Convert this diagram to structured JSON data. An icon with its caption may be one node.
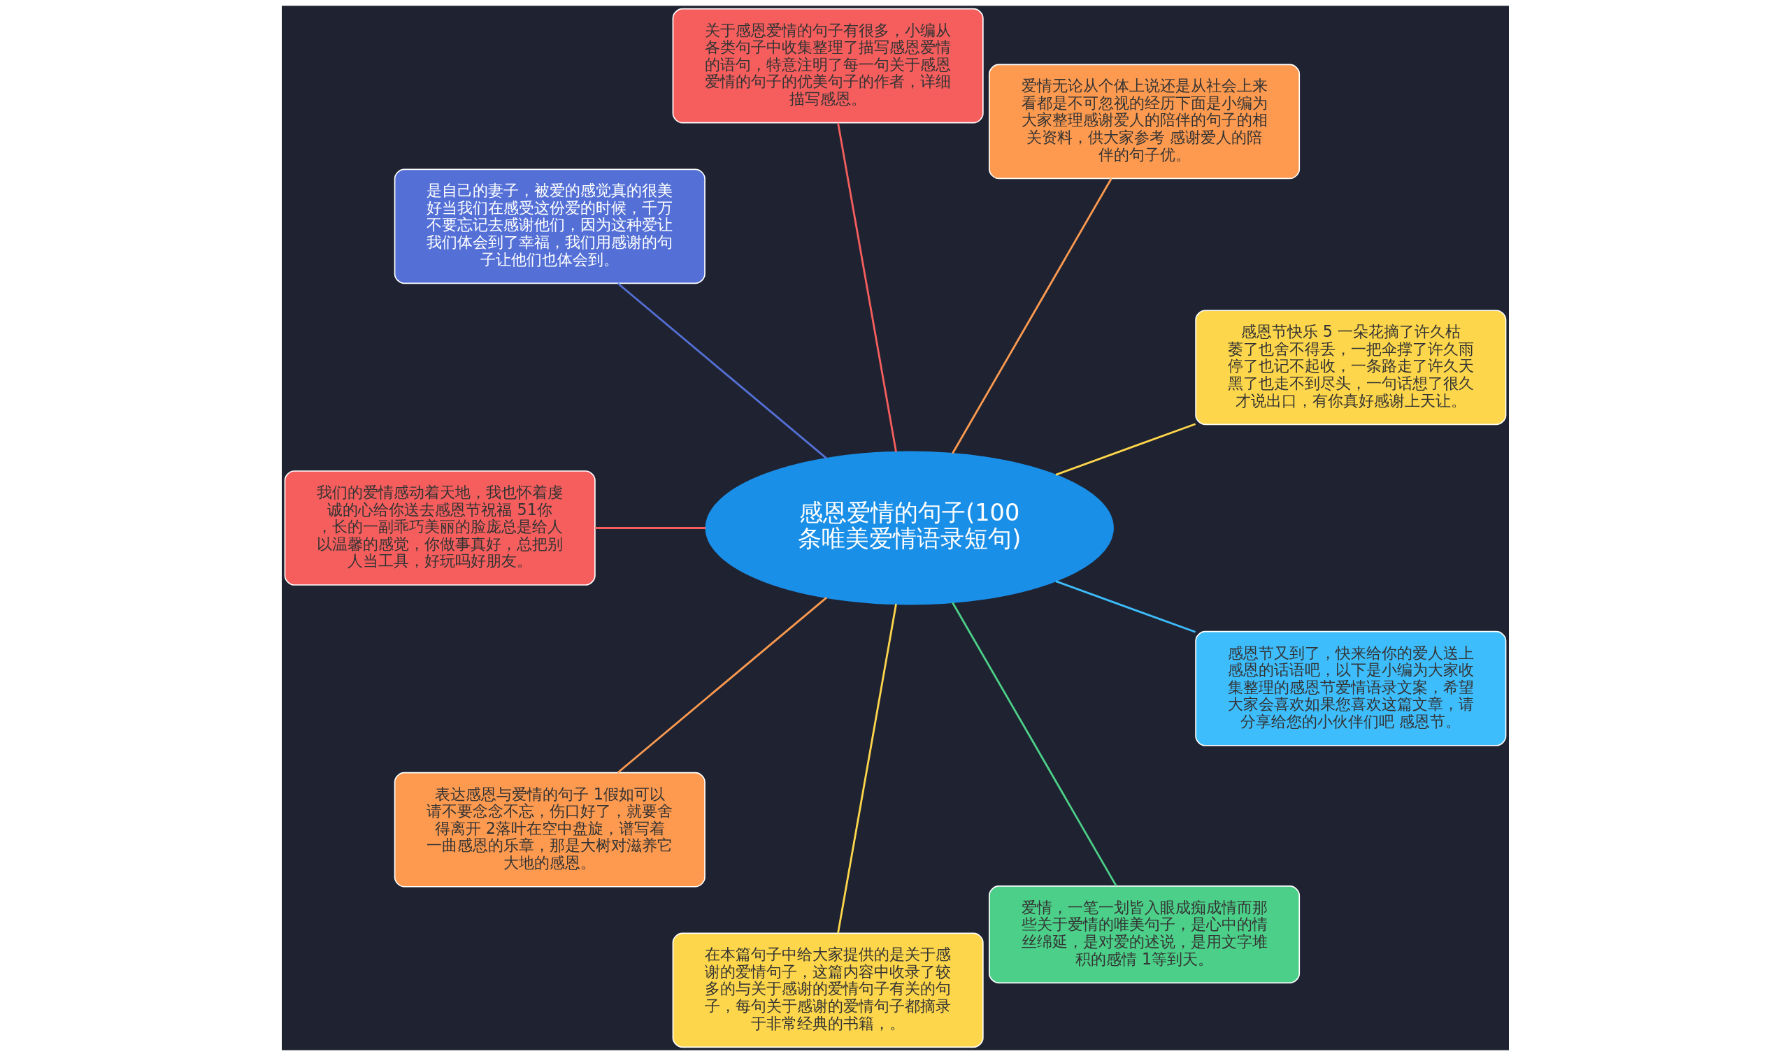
{
  "diagram": {
    "nodes": [
      {
        "text": [
          "感恩爱情的句子(100条唯美爱情语录短句)"
        ]
      },
      {
        "text": [
          "感恩节快乐 5 一朵花摘了许久枯萎了也舍不得丢，一把伞撑了许久雨停了也记不起收，一条路走了许久天黑了也走不到尽头，一句话想了很久才说出口，有你真好感谢上天让。"
        ]
      },
      {
        "text": [
          "爱情无论从个体上说还是从社会上来看都是不可忽视的经历下面是小编为大家整理感谢爱人的陪伴的句子的相关资料，供大家参考 感谢爱人的陪伴的句子优。"
        ]
      },
      {
        "text": [
          "关于感恩爱情的句子有很多，小编从各类句子中收集整理了描写感恩爱情的语句，特意注明了每一句关于感恩爱情的句子的优美句子的作者，详细描写感恩。"
        ]
      },
      {
        "text": [
          "是自己的妻子，被爱的感觉真的很美好当我们在感受这份爱的时候，千万不要忘记去感谢他们，因为这种爱让我们体会到了幸福，我们用感谢的句子让他们也体会到。"
        ]
      },
      {
        "text": [
          "我们的爱情感动着天地，我也怀着虔诚的心给你送去感恩节祝福 51你，长的一副乖巧美丽的脸庞总是给人以温馨的感觉，你做事真好，总把别人当工具，好玩吗好朋友。"
        ]
      },
      {
        "text": [
          "表达感恩与爱情的句子 1假如可以请不要念念不忘，伤口好了，就要舍得离开 2落叶在空中盘旋，谱写着一曲感恩的乐章，那是大树对滋养它大地的感恩。"
        ]
      },
      {
        "text": [
          "在本篇句子中给大家提供的是关于感谢的爱情句子，这篇内容中收录了较多的与关于感谢的爱情句子有关的句子，每句关于感谢的爱情句子都摘录于非常经典的书籍，。"
        ]
      },
      {
        "text": [
          "爱情，一笔一划皆入眼成痴成情而那些关于爱情的唯美句子，是心中的情丝绵延，是对爱的述说，是用文字堆积的感情 1等到天。"
        ]
      },
      {
        "text": [
          "感恩节又到了，快来给你的爱人送上感恩的话语吧，以下是小编为大家收集整理的感恩节爱情语录文案，希望大家会喜欢如果您喜欢这篇文章，请分享给您的小伙伴们吧 感恩节。"
        ]
      }
    ],
    "edges": [
      {
        "from": 0,
        "to": 1,
        "arrow": "none",
        "color": "#fdd64b"
      },
      {
        "from": 0,
        "to": 2,
        "arrow": "none",
        "color": "#fd9a50"
      },
      {
        "from": 0,
        "to": 3,
        "arrow": "none",
        "color": "#f65e5e"
      },
      {
        "from": 0,
        "to": 4,
        "arrow": "none",
        "color": "#5470d6"
      },
      {
        "from": 0,
        "to": 5,
        "arrow": "none",
        "color": "#f65e5e"
      },
      {
        "from": 0,
        "to": 6,
        "arrow": "none",
        "color": "#fd9a50"
      },
      {
        "from": 0,
        "to": 7,
        "arrow": "none",
        "color": "#fdd64b"
      },
      {
        "from": 0,
        "to": 8,
        "arrow": "none",
        "color": "#4ccf88"
      },
      {
        "from": 0,
        "to": 9,
        "arrow": "none",
        "color": "#3ebdfc"
      }
    ]
  }
}
